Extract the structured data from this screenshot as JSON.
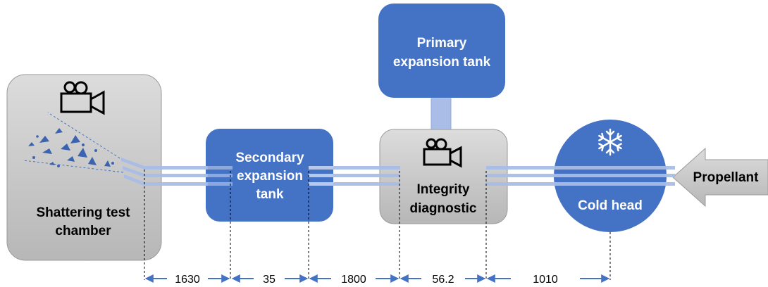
{
  "components": {
    "shattering_chamber": {
      "label_line1": "Shattering test",
      "label_line2": "chamber"
    },
    "secondary_tank": {
      "label_line1": "Secondary",
      "label_line2": "expansion",
      "label_line3": "tank"
    },
    "primary_tank": {
      "label_line1": "Primary",
      "label_line2": "expansion tank"
    },
    "integrity_diagnostic": {
      "label_line1": "Integrity",
      "label_line2": "diagnostic"
    },
    "cold_head": {
      "label": "Cold head"
    },
    "propellant": {
      "label": "Propellant"
    }
  },
  "icons": {
    "chamber_camera": "video-camera-icon",
    "diagnostic_camera": "video-camera-icon",
    "cold_head_symbol": "snowflake-icon"
  },
  "dimensions": [
    "1630",
    "35",
    "1800",
    "56.2",
    "1010"
  ],
  "colors": {
    "tank_blue": "#4472c4",
    "pipe_blue": "#a9bde6",
    "chamber_gray": "#c9c9c9",
    "arrow_blue": "#4472c4"
  }
}
